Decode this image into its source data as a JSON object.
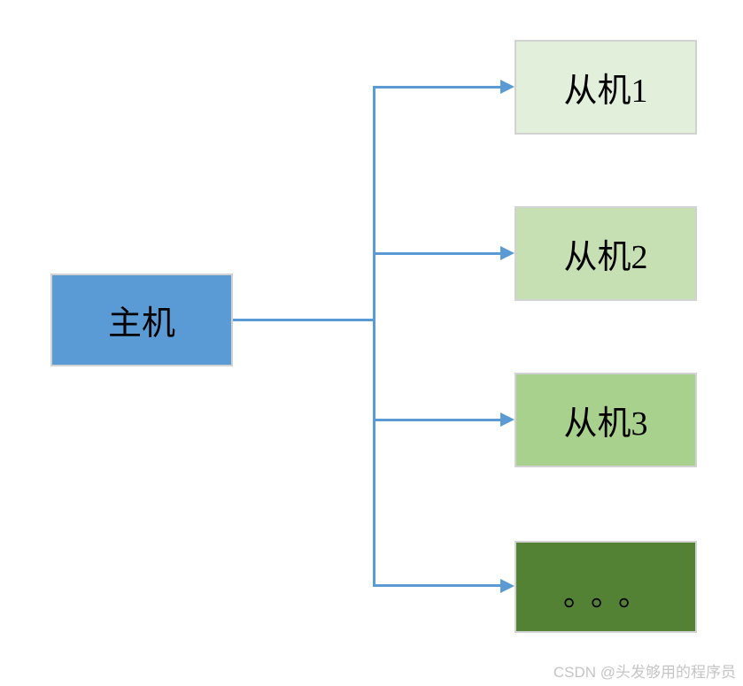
{
  "diagram": {
    "master": {
      "label": "主机",
      "fill": "#5b9bd5"
    },
    "slaves": [
      {
        "label": "从机1",
        "fill": "#e2efda"
      },
      {
        "label": "从机2",
        "fill": "#c6e0b4"
      },
      {
        "label": "从机3",
        "fill": "#a9d18e"
      },
      {
        "label": "。。。",
        "fill": "#548235"
      }
    ],
    "connector_color": "#5b9bd5",
    "node_border_color": "#d2d2d2"
  },
  "watermark": {
    "text": "CSDN @头发够用的程序员",
    "color": "#c5c5c5"
  }
}
